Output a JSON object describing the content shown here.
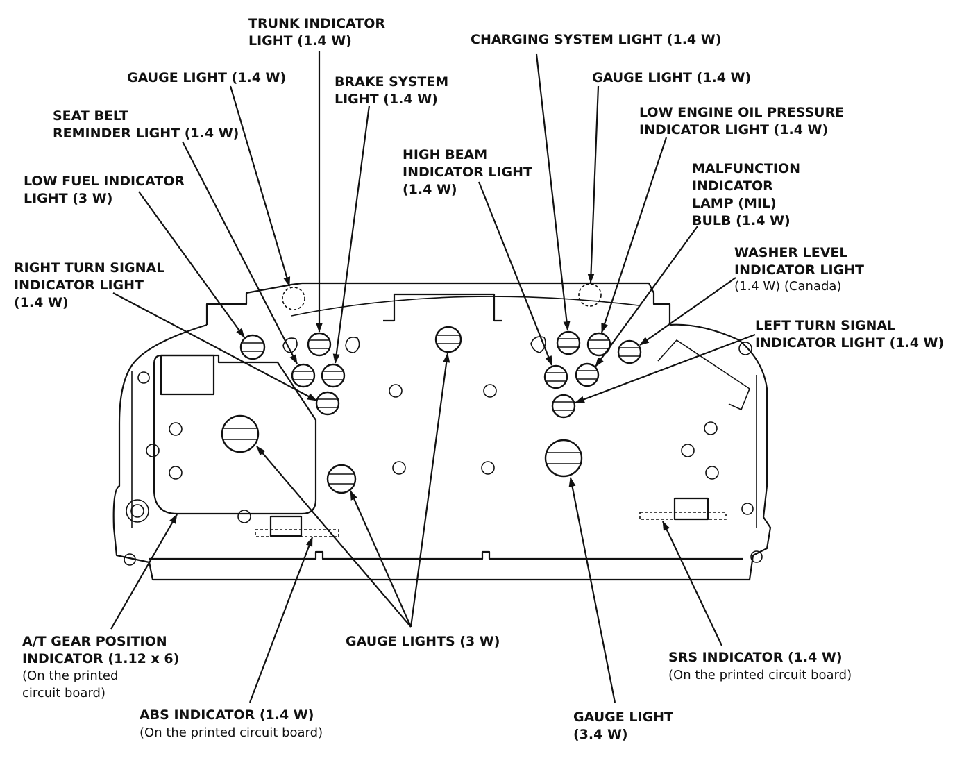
{
  "labels": {
    "trunk": [
      "TRUNK INDICATOR",
      "LIGHT (1.4 W)"
    ],
    "charging": [
      "CHARGING SYSTEM LIGHT (1.4 W)"
    ],
    "gauge_left": [
      "GAUGE LIGHT (1.4 W)"
    ],
    "brake": [
      "BRAKE SYSTEM",
      "LIGHT (1.4 W)"
    ],
    "gauge_right": [
      "GAUGE LIGHT (1.4 W)"
    ],
    "seat_belt": [
      "SEAT BELT",
      "REMINDER LIGHT (1.4 W)"
    ],
    "oil_pressure": [
      "LOW ENGINE OIL PRESSURE",
      "INDICATOR LIGHT (1.4 W)"
    ],
    "high_beam": [
      "HIGH BEAM",
      "INDICATOR LIGHT",
      "(1.4 W)"
    ],
    "low_fuel": [
      "LOW FUEL INDICATOR",
      "LIGHT (3 W)"
    ],
    "mil": [
      "MALFUNCTION",
      "INDICATOR",
      "LAMP (MIL)",
      "BULB (1.4 W)"
    ],
    "washer": [
      "WASHER LEVEL",
      "INDICATOR LIGHT"
    ],
    "washer_note": "(1.4 W) (Canada)",
    "right_turn": [
      "RIGHT TURN SIGNAL",
      "INDICATOR LIGHT",
      "(1.4 W)"
    ],
    "left_turn": [
      "LEFT TURN SIGNAL",
      "INDICATOR LIGHT (1.4 W)"
    ],
    "at_gear": [
      "A/T GEAR POSITION",
      "INDICATOR (1.12 x 6)"
    ],
    "at_gear_note": [
      "(On the printed",
      "circuit board)"
    ],
    "gauge_lights_3w": [
      "GAUGE LIGHTS (3 W)"
    ],
    "srs": [
      "SRS INDICATOR (1.4 W)"
    ],
    "srs_note": [
      "(On the printed circuit board)"
    ],
    "abs": [
      "ABS INDICATOR (1.4 W)"
    ],
    "abs_note": [
      "(On the printed circuit board)"
    ],
    "gauge_34w": [
      "GAUGE LIGHT",
      "(3.4 W)"
    ]
  },
  "colors": {
    "line": "#111111",
    "background": "#ffffff"
  }
}
